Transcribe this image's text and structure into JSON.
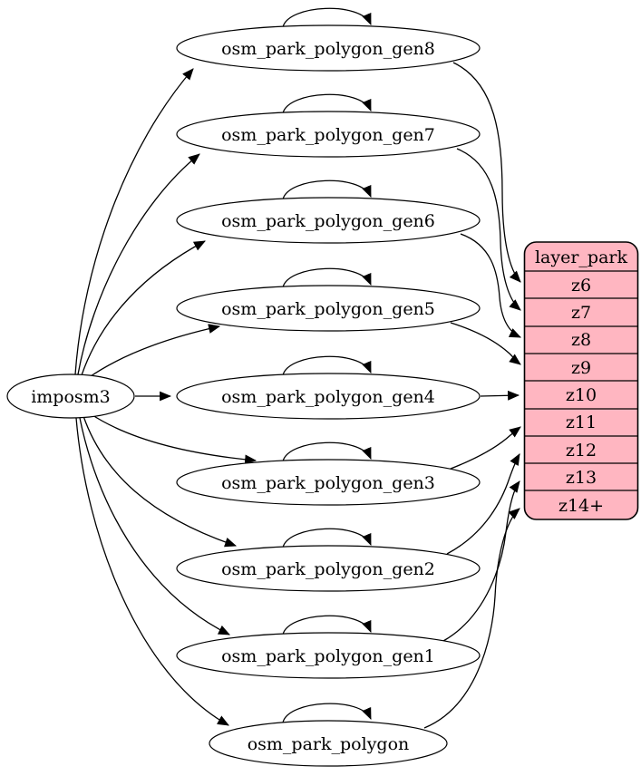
{
  "diagram": {
    "source_node": "imposm3",
    "generated_tables": [
      "osm_park_polygon_gen8",
      "osm_park_polygon_gen7",
      "osm_park_polygon_gen6",
      "osm_park_polygon_gen5",
      "osm_park_polygon_gen4",
      "osm_park_polygon_gen3",
      "osm_park_polygon_gen2",
      "osm_park_polygon_gen1",
      "osm_park_polygon"
    ],
    "layer": {
      "title": "layer_park",
      "zoom_rows": [
        "z6",
        "z7",
        "z8",
        "z9",
        "z10",
        "z11",
        "z12",
        "z13",
        "z14+"
      ]
    },
    "edges": {
      "from_source_to": [
        "osm_park_polygon_gen8",
        "osm_park_polygon_gen7",
        "osm_park_polygon_gen6",
        "osm_park_polygon_gen5",
        "osm_park_polygon_gen4",
        "osm_park_polygon_gen3",
        "osm_park_polygon_gen2",
        "osm_park_polygon_gen1",
        "osm_park_polygon"
      ],
      "self_loops_on": [
        "osm_park_polygon_gen8",
        "osm_park_polygon_gen7",
        "osm_park_polygon_gen6",
        "osm_park_polygon_gen5",
        "osm_park_polygon_gen4",
        "osm_park_polygon_gen3",
        "osm_park_polygon_gen2",
        "osm_park_polygon_gen1",
        "osm_park_polygon"
      ],
      "to_layer_rows": [
        {
          "from": "osm_park_polygon_gen8",
          "to": "z6"
        },
        {
          "from": "osm_park_polygon_gen7",
          "to": "z7"
        },
        {
          "from": "osm_park_polygon_gen6",
          "to": "z8"
        },
        {
          "from": "osm_park_polygon_gen5",
          "to": "z9"
        },
        {
          "from": "osm_park_polygon_gen4",
          "to": "z10"
        },
        {
          "from": "osm_park_polygon_gen3",
          "to": "z11"
        },
        {
          "from": "osm_park_polygon_gen2",
          "to": "z12"
        },
        {
          "from": "osm_park_polygon_gen1",
          "to": "z13"
        },
        {
          "from": "osm_park_polygon",
          "to": "z14+"
        }
      ]
    },
    "colors": {
      "layer_fill": "#ffb6c1",
      "node_fill": "#ffffff",
      "stroke": "#000000",
      "background": "#ffffff"
    }
  }
}
